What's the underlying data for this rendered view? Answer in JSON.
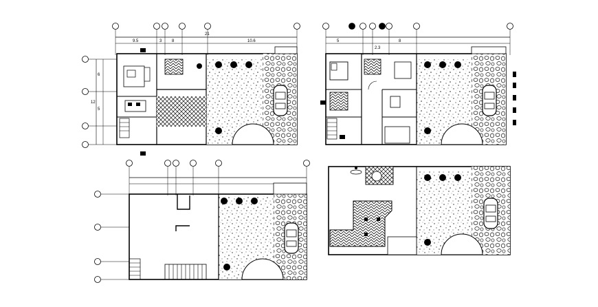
{
  "drawing": {
    "title": "",
    "plans": [
      {
        "id": "plan-1",
        "dims": {
          "top": [
            "9.5",
            "3",
            "8",
            "21",
            "10.6"
          ],
          "left": [
            "6",
            "5",
            "12"
          ]
        }
      },
      {
        "id": "plan-2",
        "dims": {
          "top": [
            "5",
            "8",
            "2.3"
          ]
        }
      },
      {
        "id": "plan-3",
        "dims": {
          "top": []
        }
      },
      {
        "id": "plan-4",
        "dims": {
          "top": []
        }
      }
    ],
    "colors": {
      "ink": "#000000",
      "paper": "#ffffff",
      "gravel": "#333333"
    }
  }
}
